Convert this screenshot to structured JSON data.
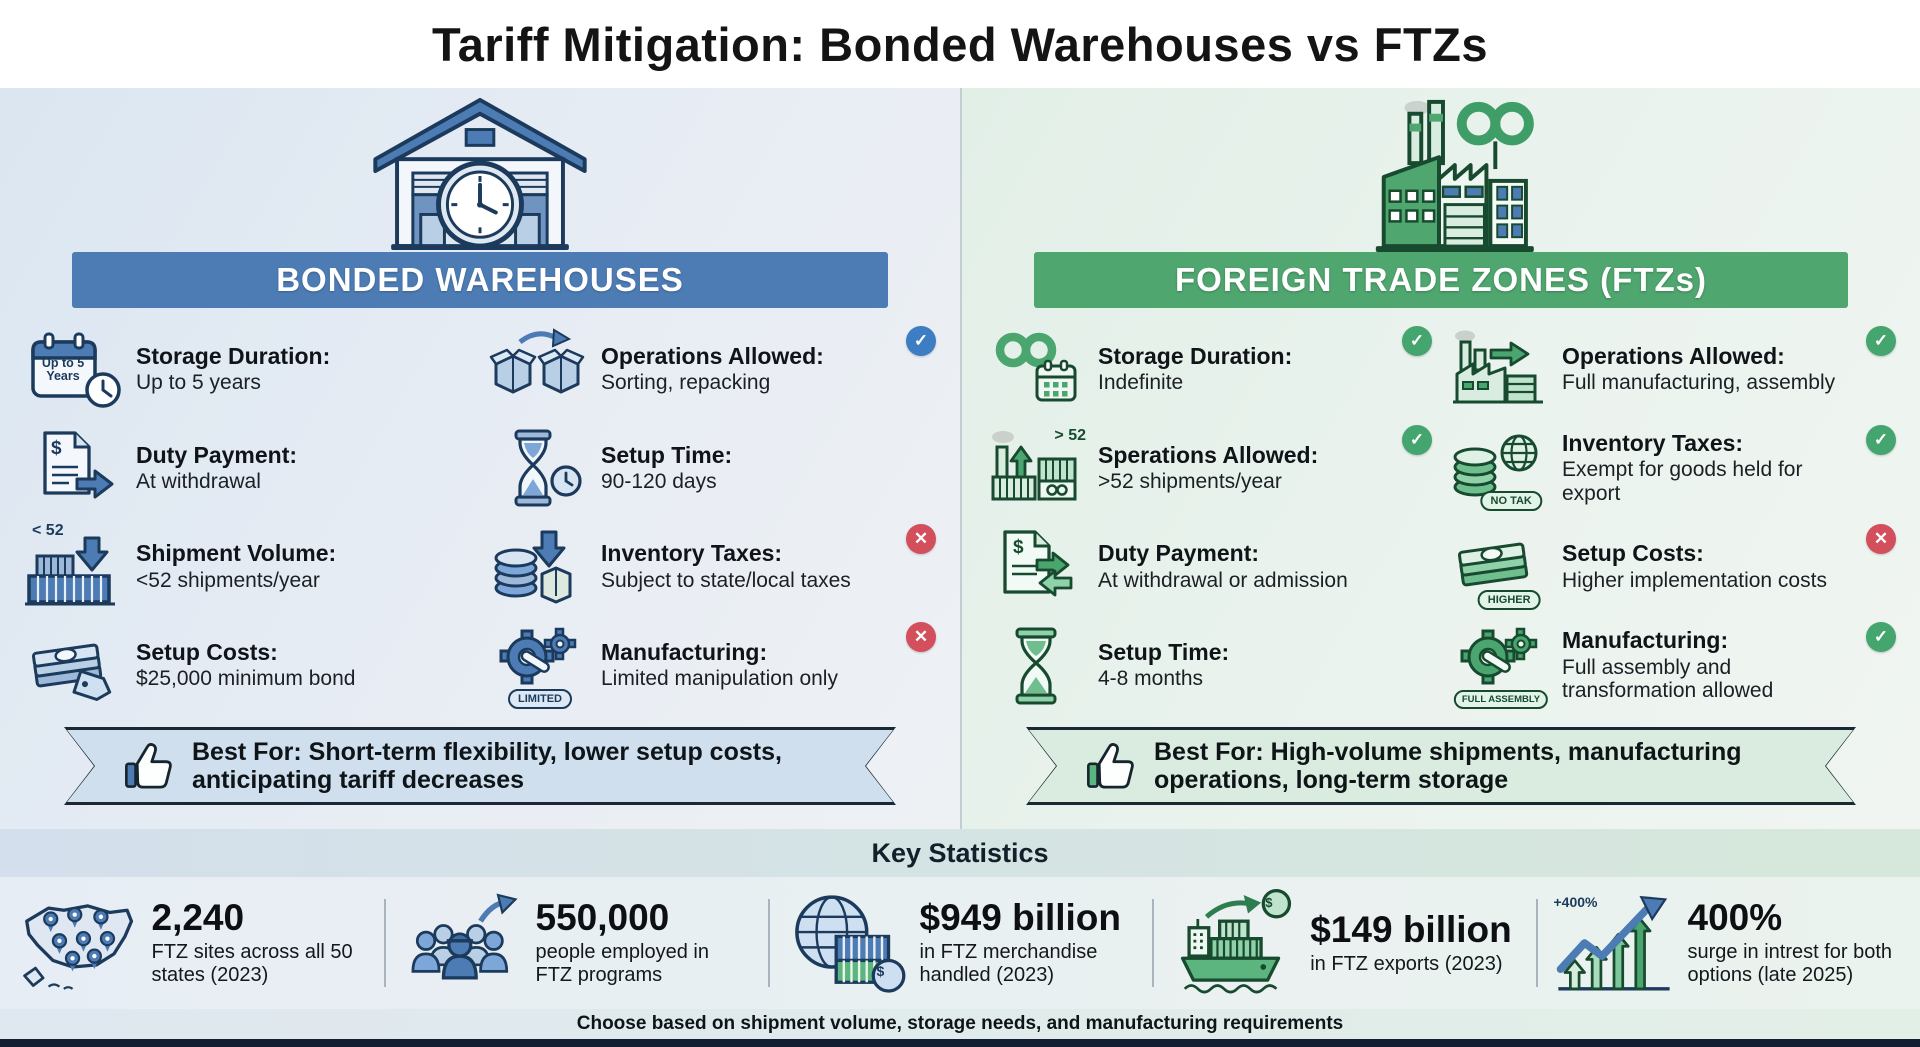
{
  "title": "Tariff Mitigation: Bonded Warehouses vs FTZs",
  "icons": {
    "check": "✓",
    "cross": "✕",
    "dollar": "$"
  },
  "colors": {
    "header_blue": "#4d7cb5",
    "header_green": "#4fa66f",
    "check_blue": "#3c7dc4",
    "check_green": "#45a56e",
    "cross_red": "#d34f5b"
  },
  "panels": [
    {
      "header": "BONDED WAREHOUSES",
      "items": [
        {
          "label": "Storage Duration:",
          "value": "Up to 5 years",
          "icon": "calendar-clock-icon",
          "icon_text": "Up to 5 Years",
          "badge": "none"
        },
        {
          "label": "Duty Payment:",
          "value": "At withdrawal",
          "icon": "invoice-arrow-icon",
          "badge": "none"
        },
        {
          "label": "Shipment Volume:",
          "value": "<52 shipments/year",
          "icon": "containers-down-icon",
          "icon_text": "< 52",
          "badge": "none"
        },
        {
          "label": "Setup Costs:",
          "value": "$25,000 minimum bond",
          "icon": "cash-tag-icon",
          "badge": "none"
        },
        {
          "label": "Operations Allowed:",
          "value": "Sorting, repacking",
          "icon": "boxes-transfer-icon",
          "badge": "check"
        },
        {
          "label": "Setup Time:",
          "value": "90-120 days",
          "icon": "hourglass-clock-icon",
          "badge": "none"
        },
        {
          "label": "Inventory Taxes:",
          "value": "Subject to state/local taxes",
          "icon": "coins-map-icon",
          "badge": "cross"
        },
        {
          "label": "Manufacturing:",
          "value": "Limited manipulation only",
          "icon": "gears-limited-icon",
          "icon_text": "LIMITED",
          "badge": "cross"
        }
      ],
      "best_for": "Best For: Short-term flexibility, lower setup costs, anticipating tariff decreases"
    },
    {
      "header": "FOREIGN TRADE ZONES (FTZs)",
      "items": [
        {
          "label": "Storage Duration:",
          "value": "Indefinite",
          "icon": "infinity-calendar-icon",
          "badge": "check"
        },
        {
          "label": "Sperations Allowed:",
          "value": ">52 shipments/year",
          "icon": "factory-up-arrow-icon",
          "icon_text": "> 52",
          "badge": "check"
        },
        {
          "label": "Duty Payment:",
          "value": "At withdrawal or admission",
          "icon": "invoice-two-arrows-icon",
          "badge": "none"
        },
        {
          "label": "Setup Time:",
          "value": "4-8 months",
          "icon": "hourglass-icon",
          "badge": "none"
        },
        {
          "label": "Operations Allowed:",
          "value": "Full manufacturing, assembly",
          "icon": "factory-right-arrow-icon",
          "badge": "check"
        },
        {
          "label": "Inventory Taxes:",
          "value": "Exempt for goods held for export",
          "icon": "coins-globe-icon",
          "icon_text": "NO TAK",
          "badge": "check"
        },
        {
          "label": "Setup Costs:",
          "value": "Higher implementation costs",
          "icon": "cash-higher-icon",
          "icon_text": "HIGHER",
          "badge": "cross"
        },
        {
          "label": "Manufacturing:",
          "value": "Full assembly and transformation allowed",
          "icon": "gears-assembly-icon",
          "icon_text": "FULL ASSEMBLY",
          "badge": "check"
        }
      ],
      "best_for": "Best For: High-volume shipments, manufacturing operations, long-term storage"
    }
  ],
  "key_statistics": {
    "heading": "Key Statistics",
    "stats": [
      {
        "value": "2,240",
        "desc": "FTZ sites across all 50 states (2023)",
        "icon": "usa-map-pins-icon"
      },
      {
        "value": "550,000",
        "desc": "people employed in FTZ programs",
        "icon": "workers-growth-icon"
      },
      {
        "value": "$949 billion",
        "desc": "in FTZ merchandise handled (2023)",
        "icon": "globe-containers-icon"
      },
      {
        "value": "$149 billion",
        "desc": "in FTZ exports (2023)",
        "icon": "cargo-ship-export-icon"
      },
      {
        "value": "400%",
        "desc": "surge in intrest for both options (late 2025)",
        "icon": "growth-chart-icon",
        "icon_text": "+400%"
      }
    ]
  },
  "footer_note": "Choose based on shipment volume, storage needs, and manufacturing requirements"
}
